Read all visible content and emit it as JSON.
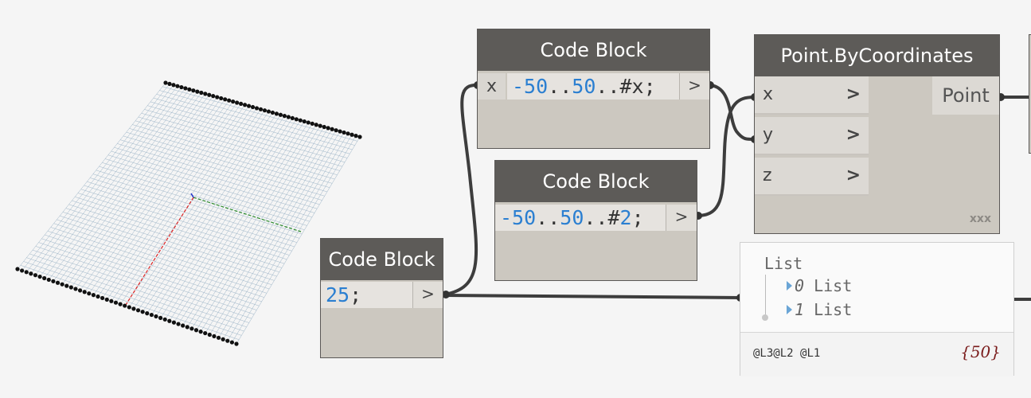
{
  "nodes": {
    "code_block_1": {
      "title": "Code Block",
      "input_port": "x",
      "code_parts": [
        "-50",
        "..",
        "50",
        "..#x;"
      ],
      "output_port": ">"
    },
    "code_block_2": {
      "title": "Code Block",
      "code_parts": [
        "-50",
        "..",
        "50",
        "..#",
        "2",
        ";"
      ],
      "output_port": ">"
    },
    "code_block_3": {
      "title": "Code Block",
      "code_parts": [
        "25",
        ";"
      ],
      "output_port": ">"
    },
    "point_by_coordinates": {
      "title": "Point.ByCoordinates",
      "inputs": [
        {
          "label": "x",
          "chevron": ">"
        },
        {
          "label": "y",
          "chevron": ">"
        },
        {
          "label": "z",
          "chevron": ">"
        }
      ],
      "output": "Point",
      "lacing": "xxx"
    }
  },
  "watch": {
    "root": "List",
    "items": [
      {
        "index": "0",
        "label": "List"
      },
      {
        "index": "1",
        "label": "List"
      }
    ],
    "levels": [
      "@L3",
      "@L2",
      "@L1"
    ],
    "count": "{50}"
  },
  "colors": {
    "node_header": "#5d5b58",
    "node_body": "#ccc8c0",
    "number": "#2b7fd1",
    "wire": "#3d3d3d",
    "canvas": "#f5f5f5"
  }
}
